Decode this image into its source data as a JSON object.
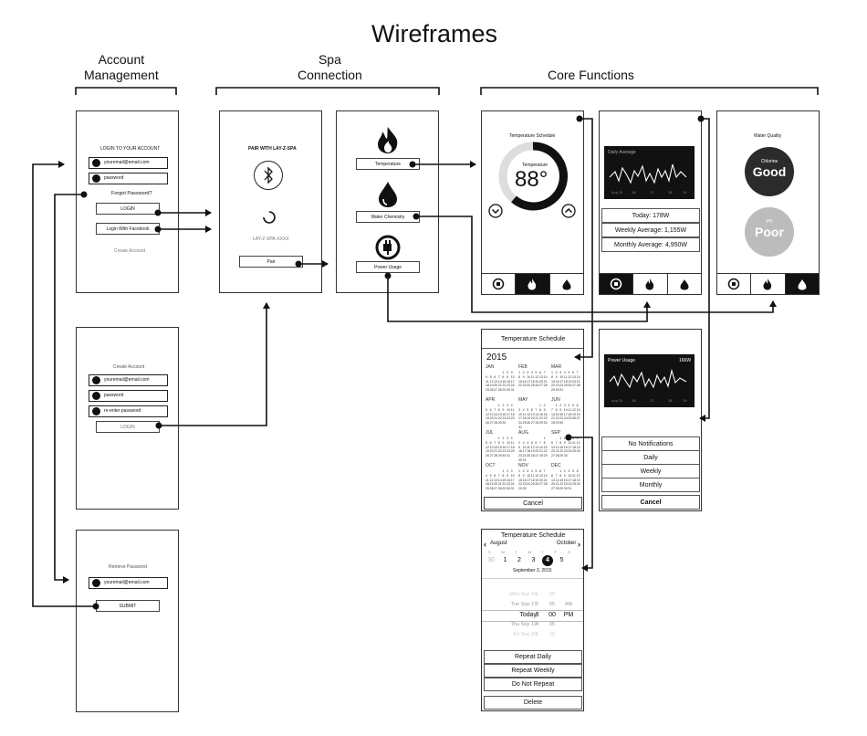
{
  "title": "Wireframes",
  "sections": {
    "account": "Account\nManagement",
    "spa": "Spa\nConnection",
    "core": "Core Functions"
  },
  "login": {
    "heading": "LOGIN TO YOUR ACCOUNT",
    "email": "youremail@email.com",
    "password": "password",
    "forgot": "Forgot Password?",
    "login_btn": "LOGIN",
    "fb_btn": "Login With Facebook",
    "create": "Create Account"
  },
  "create": {
    "heading": "Create Account",
    "email": "youremail@email.com",
    "password": "password",
    "reenter": "re-enter password",
    "login_btn": "LOGIN"
  },
  "retrieve": {
    "heading": "Retrieve Password",
    "email": "youremail@email.com",
    "submit": "SUBMIT"
  },
  "pair": {
    "heading": "PAIR WITH LAY-Z-SPA",
    "device": "LAY-Z-SPA-XXXX",
    "pair_btn": "Pair"
  },
  "menu": {
    "temperature": "Temperature",
    "water": "Water Chemistry",
    "power": "Power Usage"
  },
  "temp_screen": {
    "heading": "Temperature Schedule",
    "label": "Temperature",
    "value": "88°"
  },
  "power_screen": {
    "chart_label": "Daily Average",
    "today": "Today: 178W",
    "weekly": "Weekly Average: 1,155W",
    "monthly": "Monthly Average: 4,950W"
  },
  "water_screen": {
    "heading": "Water Quality",
    "chlorine_label": "Chlorine",
    "chlorine_value": "Good",
    "ph_label": "PH",
    "ph_value": "Poor"
  },
  "calendar": {
    "heading": "Temperature Schedule",
    "year": "2015",
    "months": [
      "JAN",
      "FEB",
      "MAR",
      "APR",
      "MAY",
      "JUN",
      "JUL",
      "AUG",
      "SEP",
      "OCT",
      "NOV",
      "DEC"
    ],
    "cancel": "Cancel"
  },
  "notify": {
    "chart_label": "Power Usage",
    "chart_value": "166W",
    "options": [
      "No Notifications",
      "Daily",
      "Weekly",
      "Monthly"
    ],
    "cancel": "Cancel"
  },
  "schedule": {
    "heading": "Temperature Schedule",
    "prev_month": "August",
    "next_month": "October",
    "week_days": [
      "S",
      "M",
      "T",
      "W",
      "T",
      "F",
      "S"
    ],
    "days": [
      "30",
      "1",
      "2",
      "3",
      "4",
      "5"
    ],
    "selected_day": "4",
    "date_label": "September 3, 2015",
    "picker_rows": [
      [
        "Mon Sep 16",
        "1",
        "30",
        ""
      ],
      [
        "Tue Sep 17",
        "2",
        "55",
        "AM"
      ],
      [
        "Today",
        "3",
        "00",
        "PM"
      ],
      [
        "Thu Sep 19",
        "4",
        "05",
        ""
      ],
      [
        "Fri Sep 20",
        "5",
        "10",
        ""
      ]
    ],
    "repeat_daily": "Repeat Daily",
    "repeat_weekly": "Repeat Weekly",
    "no_repeat": "Do Not Repeat",
    "delete": "Delete"
  }
}
